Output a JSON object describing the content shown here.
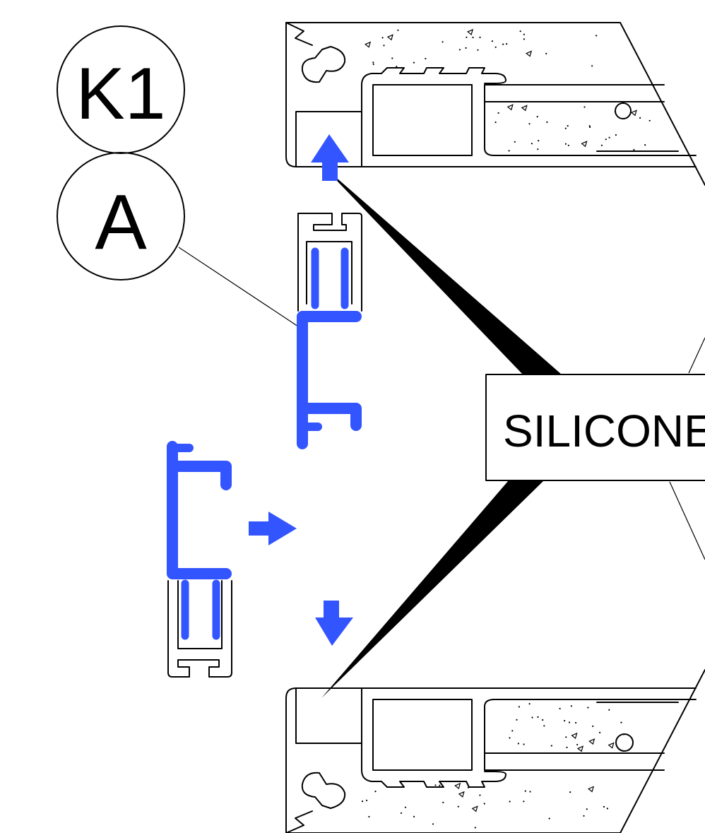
{
  "labels": {
    "detail_top": "K1",
    "detail_bottom": "A",
    "callout": "SILICONE"
  },
  "colors": {
    "accent_blue": "#3355ff",
    "line": "#000000",
    "background": "#ffffff"
  }
}
